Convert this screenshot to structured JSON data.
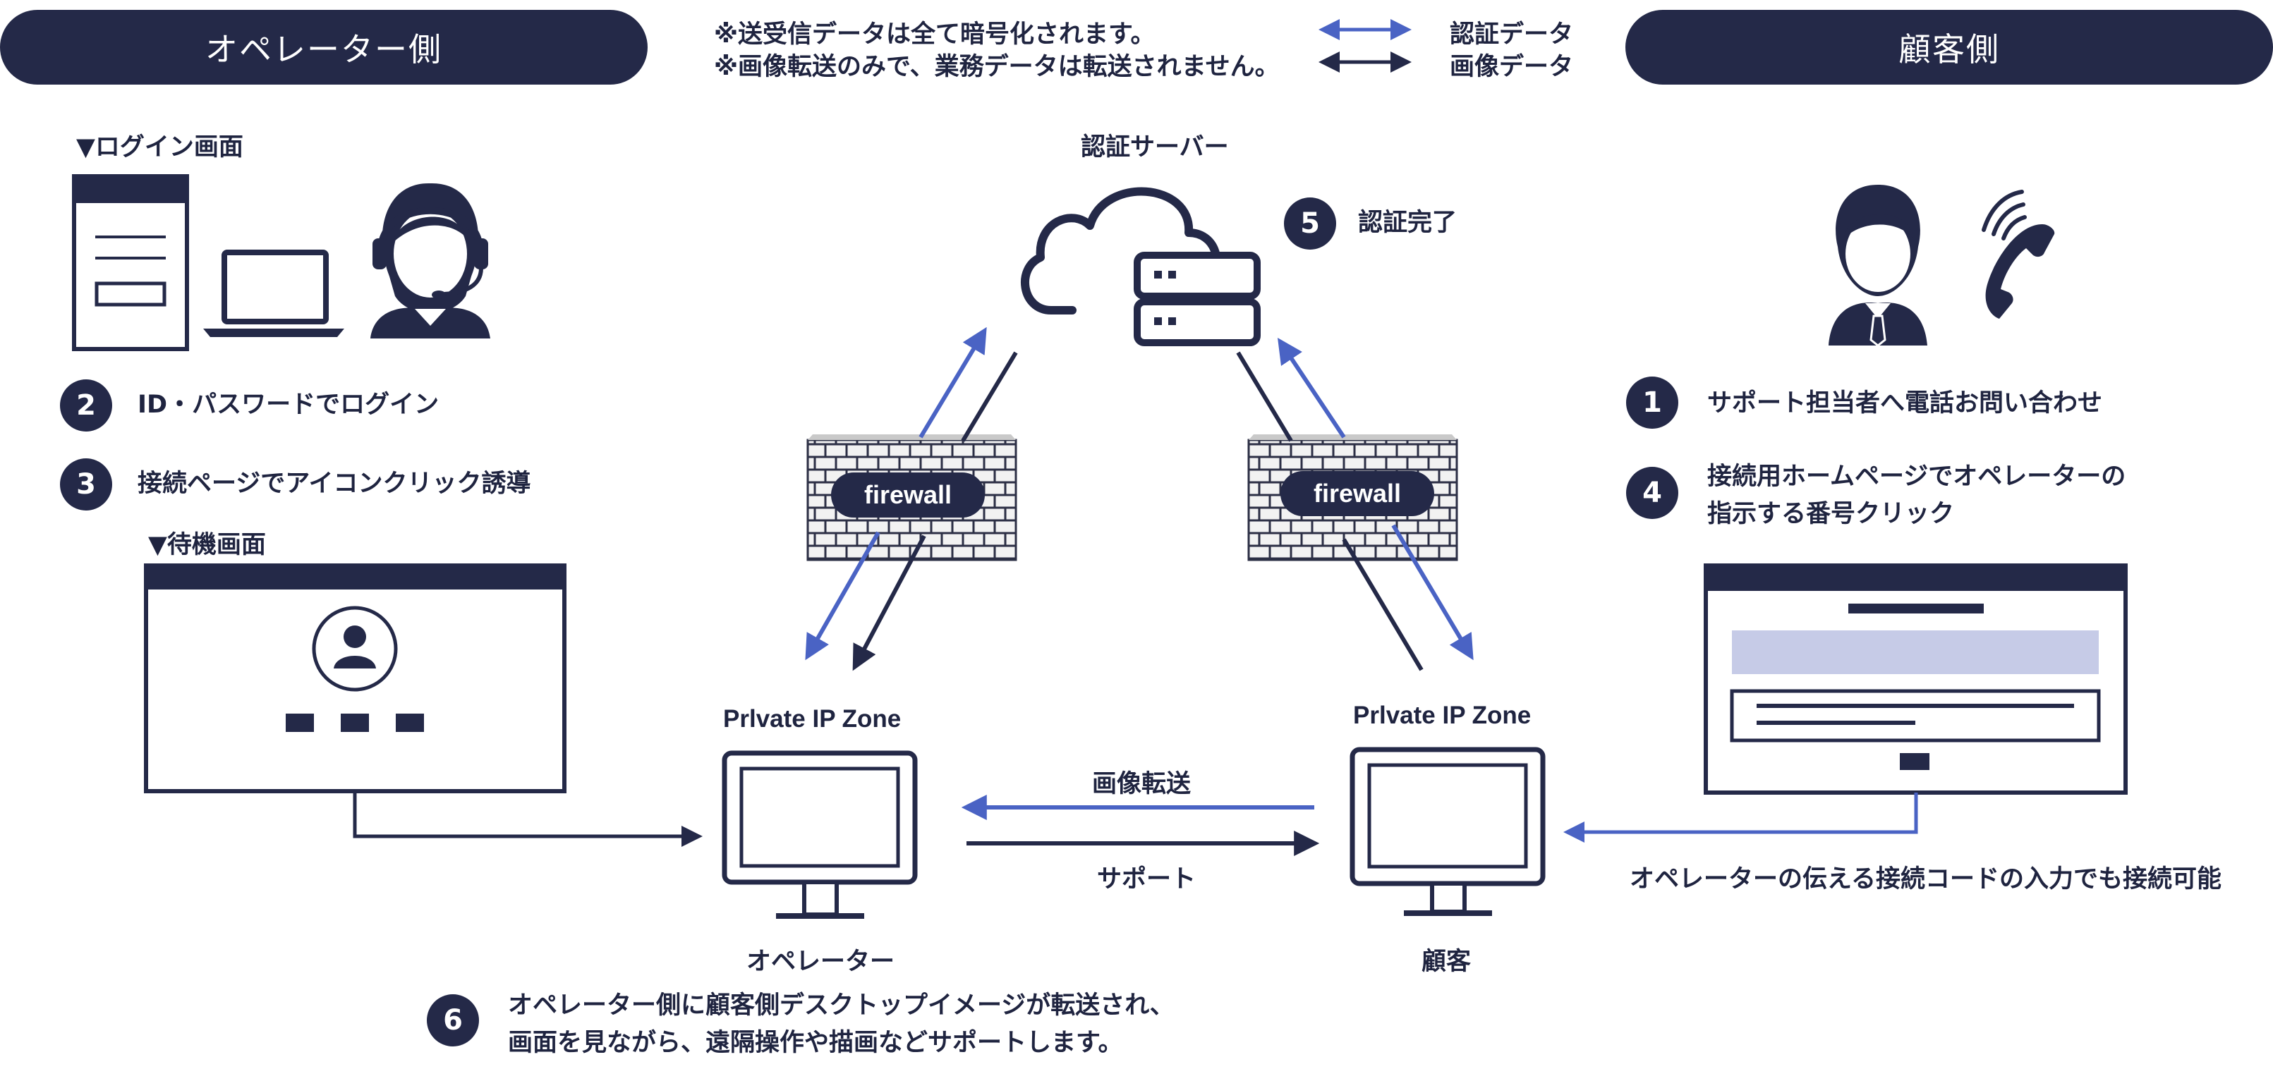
{
  "header": {
    "operator_side": "オペレーター側",
    "customer_side": "顧客側",
    "notes": [
      "※送受信データは全て暗号化されます。",
      "※画像転送のみで、業務データは転送されません。"
    ],
    "legend": {
      "auth_data": "認証データ",
      "image_data": "画像データ"
    }
  },
  "operator": {
    "login_screen_label": "▼ログイン画面",
    "waiting_screen_label": "▼待機画面",
    "steps": [
      {
        "num": "2",
        "text": "ID・パスワードでログイン"
      },
      {
        "num": "3",
        "text": "接続ページでアイコンクリック誘導"
      }
    ]
  },
  "server": {
    "label": "認証サーバー",
    "step": {
      "num": "5",
      "text": "認証完了"
    }
  },
  "firewall": {
    "left": "firewall",
    "right": "firewall"
  },
  "zones": {
    "operator_zone": "Prlvate IP Zone",
    "customer_zone": "Prlvate IP Zone",
    "operator_label": "オペレーター",
    "customer_label": "顧客"
  },
  "transfer": {
    "image": "画像転送",
    "support": "サポート"
  },
  "customer": {
    "steps": [
      {
        "num": "1",
        "text": "サポート担当者へ電話お問い合わせ"
      },
      {
        "num": "4",
        "line1": "接続用ホームページでオペレーターの",
        "line2": "指示する番号クリック"
      }
    ],
    "connect_code_note": "オペレーターの伝える接続コードの入力でも接続可能"
  },
  "footer_step": {
    "num": "6",
    "line1": "オペレーター側に顧客側デスクトップイメージが転送され、",
    "line2": "画面を見ながら、遠隔操作や描画などサポートします。"
  },
  "colors": {
    "navy": "#242948",
    "auth_blue": "#4a63c4",
    "light_blue": "#c6cbe7",
    "brick": "#d9d9d9"
  }
}
